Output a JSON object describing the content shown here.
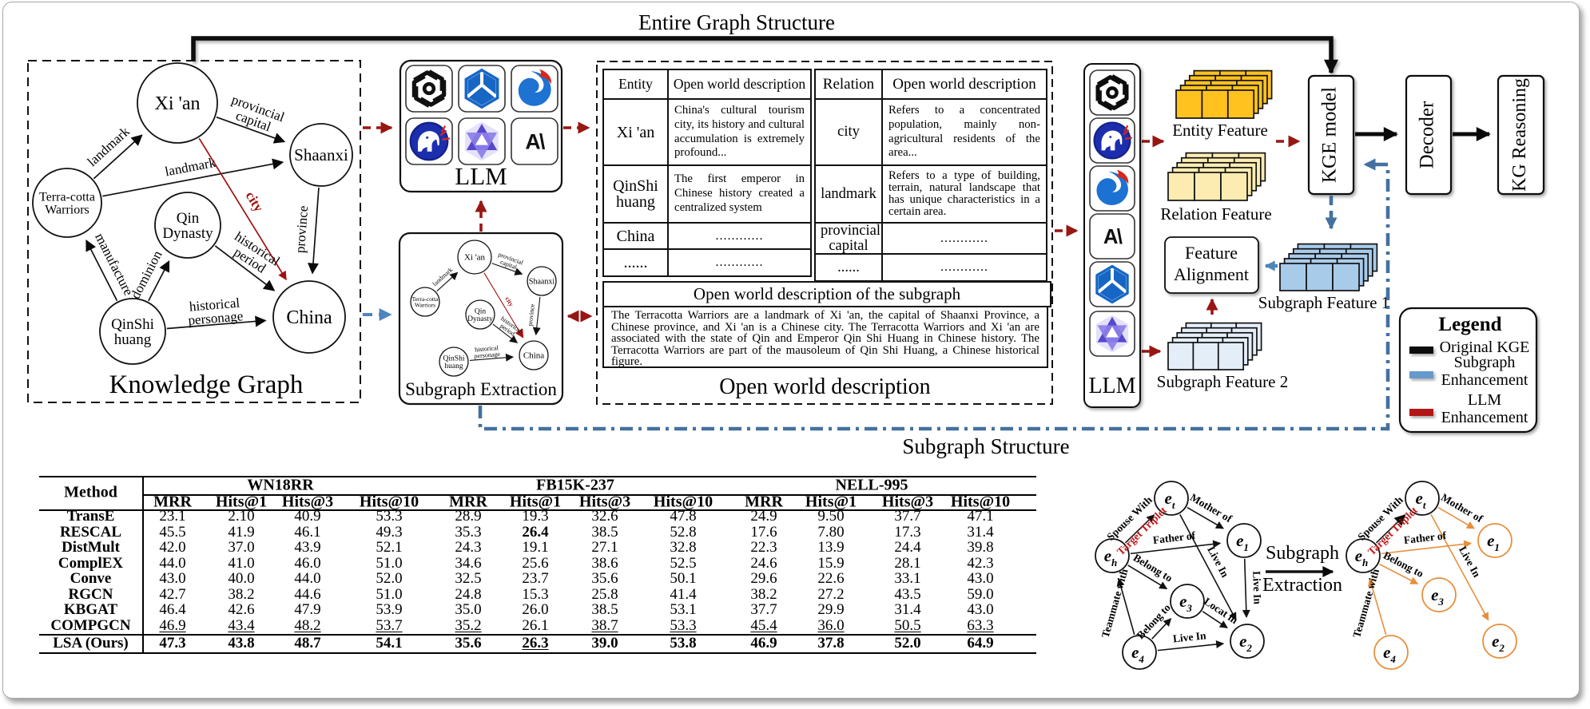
{
  "banner": {
    "top_label": "Entire Graph Structure",
    "bottom_label": "Subgraph Structure"
  },
  "colors": {
    "maroon_arrow": "#971712",
    "blue_dashed_arrow": "#4d86bf",
    "blue_dashdot": "#44719f",
    "blue_solid_arrow": "#4e86b8",
    "black": "#0a0a0a",
    "red_edge": "#a01111",
    "target_triplet_red": "#c01616",
    "orange_node": "#e78f3c",
    "entity_feature_fill": "#ffc21f",
    "relation_feature_fill": "#fcecb2",
    "subgraph1_feature_fill": "#a9cbea",
    "subgraph2_feature_fill": "#e4eef8",
    "legend_blue": "#6699cc",
    "legend_red": "#b31312"
  },
  "knowledge_graph": {
    "title": "Knowledge Graph",
    "nodes": [
      {
        "id": "xian",
        "label": [
          "Xi 'an"
        ]
      },
      {
        "id": "shaanxi",
        "label": [
          "Shaanxi"
        ]
      },
      {
        "id": "tcw",
        "label": [
          "Terra-cotta",
          "Warriors"
        ]
      },
      {
        "id": "qind",
        "label": [
          "Qin",
          "Dynasty"
        ]
      },
      {
        "id": "china",
        "label": [
          "China"
        ]
      },
      {
        "id": "qinshi",
        "label": [
          "QinShi",
          "huang"
        ]
      }
    ],
    "edges": [
      {
        "from": "tcw",
        "to": "xian",
        "label": [
          "landmark"
        ]
      },
      {
        "from": "xian",
        "to": "shaanxi",
        "label": [
          "provincial",
          "capital"
        ]
      },
      {
        "from": "tcw",
        "to": "shaanxi",
        "label": [
          "landmark"
        ]
      },
      {
        "from": "xian",
        "to": "china",
        "label": [
          "city"
        ],
        "color": "red"
      },
      {
        "from": "shaanxi",
        "to": "china",
        "label": [
          "province"
        ]
      },
      {
        "from": "qind",
        "to": "china",
        "label": [
          "historical",
          "period"
        ]
      },
      {
        "from": "qinshi",
        "to": "qind",
        "label": [
          "dominion"
        ]
      },
      {
        "from": "qinshi",
        "to": "tcw",
        "label": [
          "manufacture"
        ]
      },
      {
        "from": "qinshi",
        "to": "china",
        "label": [
          "historical",
          "personage"
        ]
      }
    ]
  },
  "llm_grid": {
    "label": "LLM",
    "icons": [
      "openai-icon",
      "cube-icon",
      "flame-icon",
      "elephant-icon",
      "star-shield-icon",
      "anthropic-icon"
    ]
  },
  "subgraph_extraction_box": {
    "title": "Subgraph Extraction",
    "nodes": [
      {
        "id": "xian",
        "label": [
          "Xi 'an"
        ]
      },
      {
        "id": "shaanxi",
        "label": [
          "Shaanxi"
        ]
      },
      {
        "id": "tcw",
        "label": [
          "Terra-cotta",
          "Warriors"
        ]
      },
      {
        "id": "qind",
        "label": [
          "Qin",
          "Dynasty"
        ]
      },
      {
        "id": "china",
        "label": [
          "China"
        ]
      },
      {
        "id": "qinshi",
        "label": [
          "QinShi",
          "huang"
        ]
      }
    ],
    "edges": [
      {
        "from": "tcw",
        "to": "xian",
        "label": [
          "landmark"
        ]
      },
      {
        "from": "xian",
        "to": "shaanxi",
        "label": [
          "provincial",
          "capital"
        ]
      },
      {
        "from": "xian",
        "to": "china",
        "label": [
          "city"
        ],
        "color": "red"
      },
      {
        "from": "shaanxi",
        "to": "china",
        "label": [
          "province"
        ]
      },
      {
        "from": "qind",
        "to": "china",
        "label": [
          "historical",
          "period"
        ]
      },
      {
        "from": "qinshi",
        "to": "china",
        "label": [
          "historical",
          "personage"
        ]
      }
    ]
  },
  "entity_table": {
    "headers": [
      "Entity",
      "Open world description"
    ],
    "rows": [
      {
        "key": "Xi 'an",
        "desc": "China's cultural tourism city, its history and cultural accumulation is extremely profound..."
      },
      {
        "key": "QinShi huang",
        "desc": "The first emperor in Chinese history created a centralized system"
      },
      {
        "key": "China",
        "desc": "............"
      },
      {
        "key": "......",
        "desc": "............"
      }
    ]
  },
  "relation_table": {
    "headers": [
      "Relation",
      "Open world description"
    ],
    "rows": [
      {
        "key": "city",
        "desc": "Refers to a concentrated population, mainly non-agricultural residents of the area..."
      },
      {
        "key": "landmark",
        "desc": "Refers to a type of building, terrain, natural landscape that has unique characteristics in a certain area."
      },
      {
        "key": "provincial capital",
        "desc": "............"
      },
      {
        "key": "......",
        "desc": "............"
      }
    ]
  },
  "openworld": {
    "subgraph_header": "Open world description of the subgraph",
    "paragraph": "The Terracotta Warriors are a landmark of Xi 'an, the capital of Shaanxi Province, a Chinese province, and Xi 'an is a Chinese city. The Terracotta Warriors and Xi 'an are associated with the state of Qin and Emperor Qin Shi Huang in Chinese history. The Terracotta Warriors are part of the mausoleum of Qin Shi Huang, a Chinese historical figure.",
    "caption": "Open world description"
  },
  "llm_column": {
    "label": "LLM",
    "icons": [
      "openai-icon",
      "elephant-icon",
      "flame-icon",
      "anthropic-icon",
      "cube-icon",
      "star-shield-icon"
    ]
  },
  "features": {
    "entity": "Entity Feature",
    "relation": "Relation Feature",
    "sub1": "Subgraph Feature 1",
    "sub2": "Subgraph Feature 2"
  },
  "alignment_box": {
    "lines": [
      "Feature",
      "Alignment"
    ]
  },
  "pipeline": {
    "kge": "KGE model",
    "decoder": "Decoder",
    "reasoning": "KG Reasoning"
  },
  "legend": {
    "title": "Legend",
    "items": [
      {
        "lines": [
          "Original KGE"
        ],
        "color": "#0a0a0a"
      },
      {
        "lines": [
          "Subgraph",
          "Enhancement"
        ],
        "color": "#6699cc"
      },
      {
        "lines": [
          "LLM",
          "Enhancement"
        ],
        "color": "#b31312"
      }
    ]
  },
  "results_table": {
    "type": "table",
    "method_header": "Method",
    "datasets": [
      "WN18RR",
      "FB15K-237",
      "NELL-995"
    ],
    "metrics": [
      "MRR",
      "Hits@1",
      "Hits@3",
      "Hits@10"
    ],
    "rows": [
      {
        "method": "TransE",
        "values": [
          "23.1",
          "2.10",
          "40.9",
          "53.3",
          "28.9",
          "19.3",
          "32.6",
          "47.8",
          "24.9",
          "9.50",
          "37.7",
          "47.1"
        ],
        "flags": [
          "",
          "",
          "",
          "",
          "",
          "",
          "",
          "",
          "",
          "",
          "",
          ""
        ]
      },
      {
        "method": "RESCAL",
        "values": [
          "45.5",
          "41.9",
          "46.1",
          "49.3",
          "35.3",
          "26.4",
          "38.5",
          "52.8",
          "17.6",
          "7.80",
          "17.3",
          "31.4"
        ],
        "flags": [
          "",
          "",
          "",
          "",
          "",
          "b",
          "",
          "",
          "",
          "",
          "",
          ""
        ]
      },
      {
        "method": "DistMult",
        "values": [
          "42.0",
          "37.0",
          "43.9",
          "52.1",
          "24.3",
          "19.1",
          "27.1",
          "32.8",
          "22.3",
          "13.9",
          "24.4",
          "39.8"
        ],
        "flags": [
          "",
          "",
          "",
          "",
          "",
          "",
          "",
          "",
          "",
          "",
          "",
          ""
        ]
      },
      {
        "method": "ComplEX",
        "values": [
          "44.0",
          "41.0",
          "46.0",
          "51.0",
          "34.6",
          "25.6",
          "38.6",
          "52.5",
          "24.6",
          "15.9",
          "28.1",
          "42.3"
        ],
        "flags": [
          "",
          "",
          "",
          "",
          "",
          "",
          "",
          "",
          "",
          "",
          "",
          ""
        ]
      },
      {
        "method": "Conve",
        "values": [
          "43.0",
          "40.0",
          "44.0",
          "52.0",
          "32.5",
          "23.7",
          "35.6",
          "50.1",
          "29.6",
          "22.6",
          "33.1",
          "43.0"
        ],
        "flags": [
          "",
          "",
          "",
          "",
          "",
          "",
          "",
          "",
          "",
          "",
          "",
          ""
        ]
      },
      {
        "method": "RGCN",
        "values": [
          "42.7",
          "38.2",
          "44.6",
          "51.0",
          "24.8",
          "15.3",
          "25.8",
          "41.4",
          "38.2",
          "27.2",
          "43.5",
          "59.0"
        ],
        "flags": [
          "",
          "",
          "",
          "",
          "",
          "",
          "",
          "",
          "",
          "",
          "",
          ""
        ]
      },
      {
        "method": "KBGAT",
        "values": [
          "46.4",
          "42.6",
          "47.9",
          "53.9",
          "35.0",
          "26.0",
          "38.5",
          "53.1",
          "37.7",
          "29.9",
          "31.4",
          "43.0"
        ],
        "flags": [
          "",
          "",
          "",
          "",
          "",
          "",
          "",
          "",
          "",
          "",
          "",
          ""
        ]
      },
      {
        "method": "COMPGCN",
        "values": [
          "46.9",
          "43.4",
          "48.2",
          "53.7",
          "35.2",
          "26.1",
          "38.7",
          "53.3",
          "45.4",
          "36.0",
          "50.5",
          "63.3"
        ],
        "flags": [
          "u",
          "u",
          "u",
          "u",
          "u",
          "",
          "u",
          "u",
          "u",
          "u",
          "u",
          "u"
        ]
      },
      {
        "method": "LSA (Ours)",
        "values": [
          "47.3",
          "43.8",
          "48.7",
          "54.1",
          "35.6",
          "26.3",
          "39.0",
          "53.8",
          "46.9",
          "37.8",
          "52.0",
          "64.9"
        ],
        "flags": [
          "b",
          "b",
          "b",
          "b",
          "b",
          "bu",
          "b",
          "b",
          "b",
          "b",
          "b",
          "b"
        ]
      }
    ]
  },
  "extraction_demo": {
    "arrow_label": [
      "Subgraph",
      "Extraction"
    ],
    "target_triplet_label": "Target Triplet",
    "left_graph": {
      "nodes": [
        {
          "id": "et",
          "base": "e",
          "sub": "t"
        },
        {
          "id": "e1",
          "base": "e",
          "sub": "1"
        },
        {
          "id": "eh",
          "base": "e",
          "sub": "h"
        },
        {
          "id": "e3",
          "base": "e",
          "sub": "3"
        },
        {
          "id": "e2",
          "base": "e",
          "sub": "2"
        },
        {
          "id": "e4",
          "base": "e",
          "sub": "4"
        }
      ],
      "edges": [
        {
          "from": "eh",
          "to": "et",
          "label": "Spouse With",
          "target_triplet": true
        },
        {
          "from": "et",
          "to": "e1",
          "label": "Mother of"
        },
        {
          "from": "eh",
          "to": "e1",
          "label": "Father of"
        },
        {
          "from": "et",
          "to": "e2",
          "label": "Live In"
        },
        {
          "from": "e1",
          "to": "e2",
          "label": "Live In"
        },
        {
          "from": "eh",
          "to": "e3",
          "label": "Belong to"
        },
        {
          "from": "e4",
          "to": "e3",
          "label": "Belong to"
        },
        {
          "from": "e3",
          "to": "e2",
          "label": "Locat in"
        },
        {
          "from": "e4",
          "to": "e2",
          "label": "Live In"
        },
        {
          "from": "e4",
          "to": "eh",
          "label": "Teammate with"
        }
      ]
    },
    "right_graph": {
      "nodes": [
        {
          "id": "et",
          "base": "e",
          "sub": "t",
          "accent": false
        },
        {
          "id": "e1",
          "base": "e",
          "sub": "1",
          "accent": true
        },
        {
          "id": "eh",
          "base": "e",
          "sub": "h",
          "accent": false
        },
        {
          "id": "e3",
          "base": "e",
          "sub": "3",
          "accent": true
        },
        {
          "id": "e2",
          "base": "e",
          "sub": "2",
          "accent": true
        },
        {
          "id": "e4",
          "base": "e",
          "sub": "4",
          "accent": true
        }
      ],
      "edges": [
        {
          "from": "eh",
          "to": "et",
          "label": "Spouse With",
          "target_triplet": true,
          "black": true
        },
        {
          "from": "et",
          "to": "e1",
          "label": "Mother of"
        },
        {
          "from": "eh",
          "to": "e1",
          "label": "Father of"
        },
        {
          "from": "et",
          "to": "e2",
          "label": "Live In"
        },
        {
          "from": "eh",
          "to": "e3",
          "label": "Belong to"
        },
        {
          "from": "e4",
          "to": "eh",
          "label": "Teammate with"
        }
      ]
    }
  }
}
